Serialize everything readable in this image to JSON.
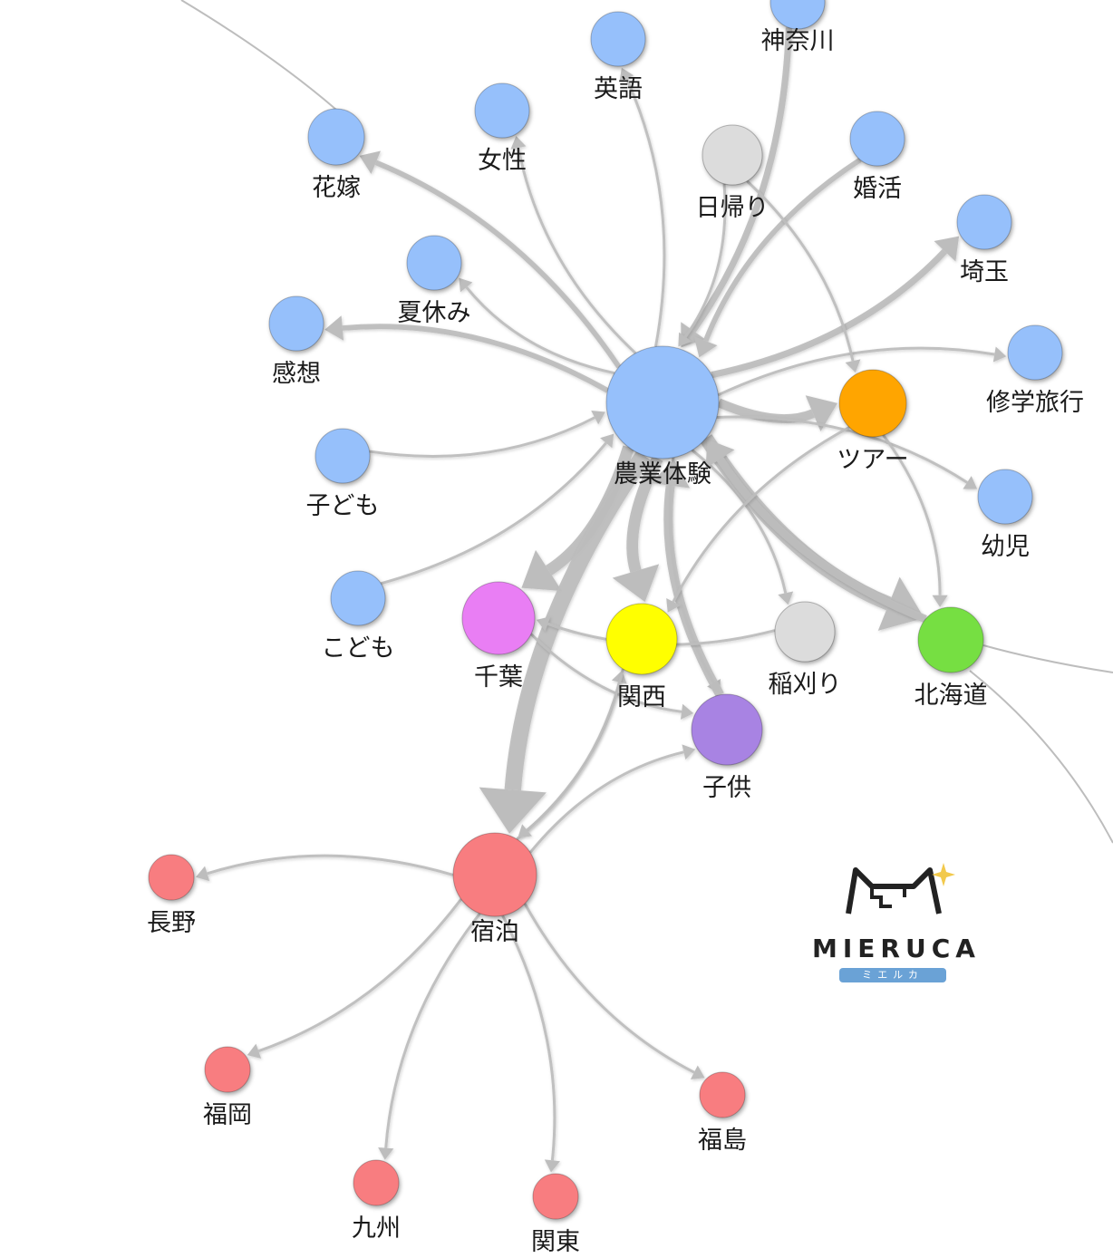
{
  "diagram": {
    "colors": {
      "blue": "#96c0fb",
      "red": "#f87d80",
      "pink": "#e97ef4",
      "yellow": "#ffff00",
      "purple": "#a883e3",
      "orange": "#ffa500",
      "green": "#76df43",
      "gray": "#dcdcdc",
      "edge": "#bdbdbd"
    },
    "nodes": [
      {
        "id": "farm",
        "label": "農業体験",
        "color": "blue"
      },
      {
        "id": "kanagawa",
        "label": "神奈川",
        "color": "blue"
      },
      {
        "id": "english",
        "label": "英語",
        "color": "blue"
      },
      {
        "id": "female",
        "label": "女性",
        "color": "blue"
      },
      {
        "id": "bride",
        "label": "花嫁",
        "color": "blue"
      },
      {
        "id": "daytrip",
        "label": "日帰り",
        "color": "gray"
      },
      {
        "id": "konkatsu",
        "label": "婚活",
        "color": "blue"
      },
      {
        "id": "saitama",
        "label": "埼玉",
        "color": "blue"
      },
      {
        "id": "summer",
        "label": "夏休み",
        "color": "blue"
      },
      {
        "id": "impression",
        "label": "感想",
        "color": "blue"
      },
      {
        "id": "schooltrip",
        "label": "修学旅行",
        "color": "blue"
      },
      {
        "id": "tour",
        "label": "ツアー",
        "color": "orange"
      },
      {
        "id": "child1",
        "label": "子ども",
        "color": "blue"
      },
      {
        "id": "infant",
        "label": "幼児",
        "color": "blue"
      },
      {
        "id": "child2",
        "label": "こども",
        "color": "blue"
      },
      {
        "id": "chiba",
        "label": "千葉",
        "color": "pink"
      },
      {
        "id": "kansai",
        "label": "関西",
        "color": "yellow"
      },
      {
        "id": "inekari",
        "label": "稲刈り",
        "color": "gray"
      },
      {
        "id": "hokkaido",
        "label": "北海道",
        "color": "green"
      },
      {
        "id": "kodomo",
        "label": "子供",
        "color": "purple"
      },
      {
        "id": "stay",
        "label": "宿泊",
        "color": "red"
      },
      {
        "id": "nagano",
        "label": "長野",
        "color": "red"
      },
      {
        "id": "fukuoka",
        "label": "福岡",
        "color": "red"
      },
      {
        "id": "kyushu",
        "label": "九州",
        "color": "red"
      },
      {
        "id": "kanto",
        "label": "関東",
        "color": "red"
      },
      {
        "id": "fukushima",
        "label": "福島",
        "color": "red"
      }
    ],
    "edges": [
      {
        "from": "farm",
        "to": "bride",
        "weight": 3
      },
      {
        "from": "farm",
        "to": "female",
        "weight": 1
      },
      {
        "from": "farm",
        "to": "english",
        "weight": 1
      },
      {
        "from": "kanagawa",
        "to": "farm",
        "weight": 4
      },
      {
        "from": "konkatsu",
        "to": "farm",
        "weight": 3
      },
      {
        "from": "daytrip",
        "to": "farm",
        "weight": 1
      },
      {
        "from": "farm",
        "to": "saitama",
        "weight": 4
      },
      {
        "from": "farm",
        "to": "summer",
        "weight": 1
      },
      {
        "from": "farm",
        "to": "impression",
        "weight": 3
      },
      {
        "from": "farm",
        "to": "schooltrip",
        "weight": 1
      },
      {
        "from": "farm",
        "to": "tour",
        "weight": 6
      },
      {
        "from": "daytrip",
        "to": "tour",
        "weight": 1
      },
      {
        "from": "child1",
        "to": "farm",
        "weight": 1
      },
      {
        "from": "farm",
        "to": "infant",
        "weight": 1
      },
      {
        "from": "child2",
        "to": "farm",
        "weight": 1
      },
      {
        "from": "farm",
        "to": "chiba",
        "weight": 8
      },
      {
        "from": "farm",
        "to": "kansai",
        "weight": 8
      },
      {
        "from": "farm",
        "to": "inekari",
        "weight": 1
      },
      {
        "from": "farm",
        "to": "hokkaido",
        "weight": 10
      },
      {
        "from": "hokkaido",
        "to": "farm",
        "weight": 5
      },
      {
        "from": "farm",
        "to": "kodomo",
        "weight": 1
      },
      {
        "from": "kodomo",
        "to": "farm",
        "weight": 6
      },
      {
        "from": "farm",
        "to": "stay",
        "weight": 12
      },
      {
        "from": "tour",
        "to": "hokkaido",
        "weight": 1
      },
      {
        "from": "tour",
        "to": "kansai",
        "weight": 1
      },
      {
        "from": "inekari",
        "to": "chiba",
        "weight": 1
      },
      {
        "from": "chiba",
        "to": "kodomo",
        "weight": 1
      },
      {
        "from": "stay",
        "to": "kodomo",
        "weight": 1
      },
      {
        "from": "stay",
        "to": "kansai",
        "weight": 1
      },
      {
        "from": "kansai",
        "to": "stay",
        "weight": 1
      },
      {
        "from": "stay",
        "to": "nagano",
        "weight": 1
      },
      {
        "from": "stay",
        "to": "fukuoka",
        "weight": 1
      },
      {
        "from": "stay",
        "to": "kyushu",
        "weight": 1
      },
      {
        "from": "stay",
        "to": "kanto",
        "weight": 1
      },
      {
        "from": "stay",
        "to": "fukushima",
        "weight": 1
      }
    ]
  },
  "logo": {
    "wordmark": "MIERUCA",
    "subtitle": "ミエルカ",
    "mark_icon": "mieruca-cat-icon",
    "sparkle_icon": "sparkle-icon"
  }
}
